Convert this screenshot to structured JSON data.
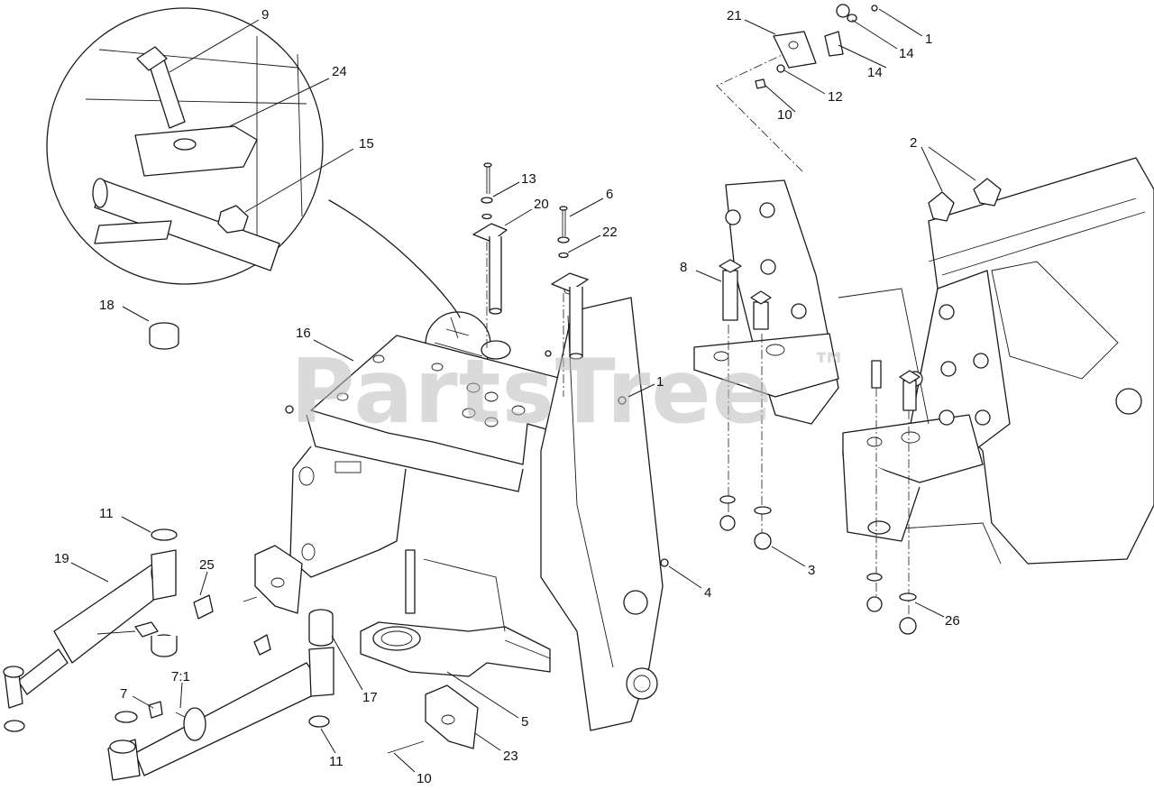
{
  "watermark": {
    "text": "PartsTree",
    "mark": "™",
    "color": "#bdbdbd"
  },
  "callouts": [
    {
      "id": "c9",
      "label": "9"
    },
    {
      "id": "c24",
      "label": "24"
    },
    {
      "id": "c15",
      "label": "15"
    },
    {
      "id": "c13",
      "label": "13"
    },
    {
      "id": "c20",
      "label": "20"
    },
    {
      "id": "c6",
      "label": "6"
    },
    {
      "id": "c22",
      "label": "22"
    },
    {
      "id": "c16",
      "label": "16"
    },
    {
      "id": "c1a",
      "label": "1"
    },
    {
      "id": "c18",
      "label": "18"
    },
    {
      "id": "c11a",
      "label": "11"
    },
    {
      "id": "c19",
      "label": "19"
    },
    {
      "id": "c25",
      "label": "25"
    },
    {
      "id": "c7",
      "label": "7"
    },
    {
      "id": "c71",
      "label": "7:1"
    },
    {
      "id": "c17",
      "label": "17"
    },
    {
      "id": "c11b",
      "label": "11"
    },
    {
      "id": "c10a",
      "label": "10"
    },
    {
      "id": "c23",
      "label": "23"
    },
    {
      "id": "c5",
      "label": "5"
    },
    {
      "id": "c4",
      "label": "4"
    },
    {
      "id": "c21",
      "label": "21"
    },
    {
      "id": "c14a",
      "label": "14"
    },
    {
      "id": "c1b",
      "label": "1"
    },
    {
      "id": "c14b",
      "label": "14"
    },
    {
      "id": "c12",
      "label": "12"
    },
    {
      "id": "c10b",
      "label": "10"
    },
    {
      "id": "c2",
      "label": "2"
    },
    {
      "id": "c8",
      "label": "8"
    },
    {
      "id": "c3",
      "label": "3"
    },
    {
      "id": "c26",
      "label": "26"
    }
  ]
}
